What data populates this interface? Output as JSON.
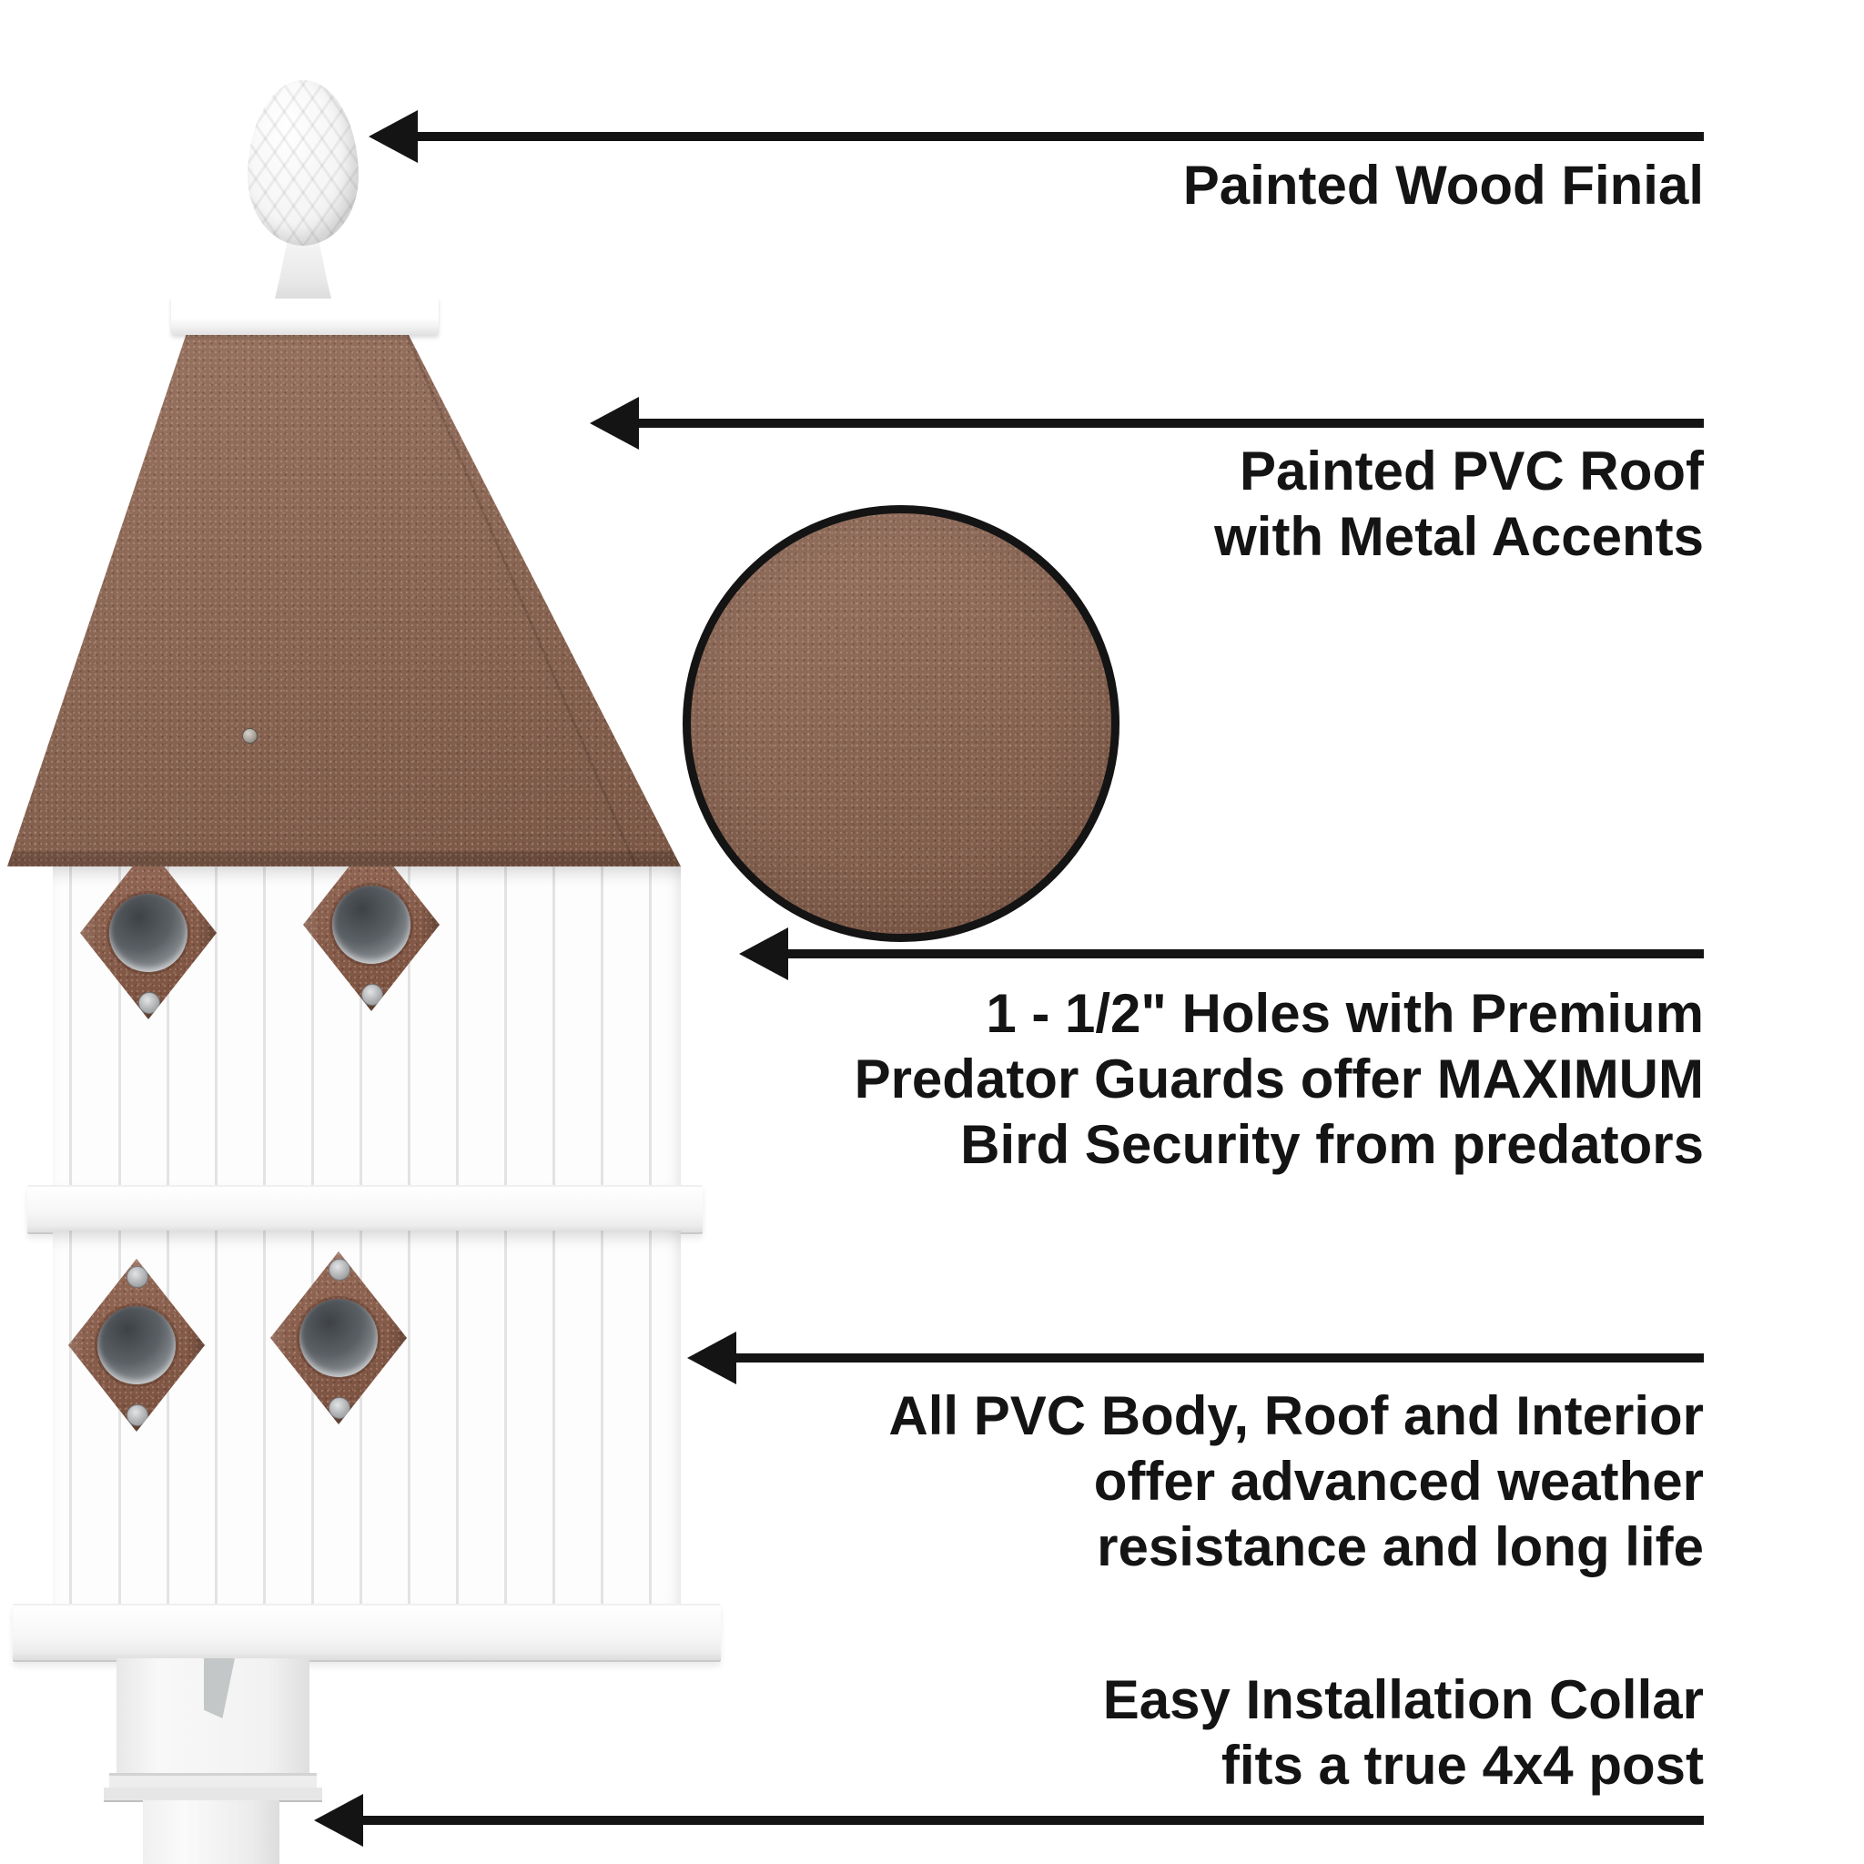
{
  "page": {
    "background": "#ffffff"
  },
  "colors": {
    "copper_roof": "#8d6450",
    "copper_guard": "#8a5a46",
    "arrow_and_text": "#141414",
    "body_white": "#fdfdfd",
    "siding_line": "#e3e3e3",
    "hole_interior_gray": "#5b6065"
  },
  "icons": {
    "callout_arrowhead": "left-pointing-arrow",
    "detail_inset": "magnified-roof-texture-circle"
  },
  "annotations": [
    {
      "id": "finial",
      "lines": [
        "Painted Wood Finial"
      ]
    },
    {
      "id": "roof",
      "lines": [
        "Painted PVC Roof",
        "with Metal Accents"
      ]
    },
    {
      "id": "holes",
      "lines": [
        "1 - 1/2\" Holes with Premium",
        "Predator Guards offer MAXIMUM",
        "Bird Security from predators"
      ]
    },
    {
      "id": "body",
      "lines": [
        "All PVC Body, Roof and Interior",
        "offer advanced weather",
        "resistance and long life"
      ]
    },
    {
      "id": "collar",
      "lines": [
        "Easy Installation Collar",
        "fits a true 4x4 post"
      ]
    }
  ]
}
